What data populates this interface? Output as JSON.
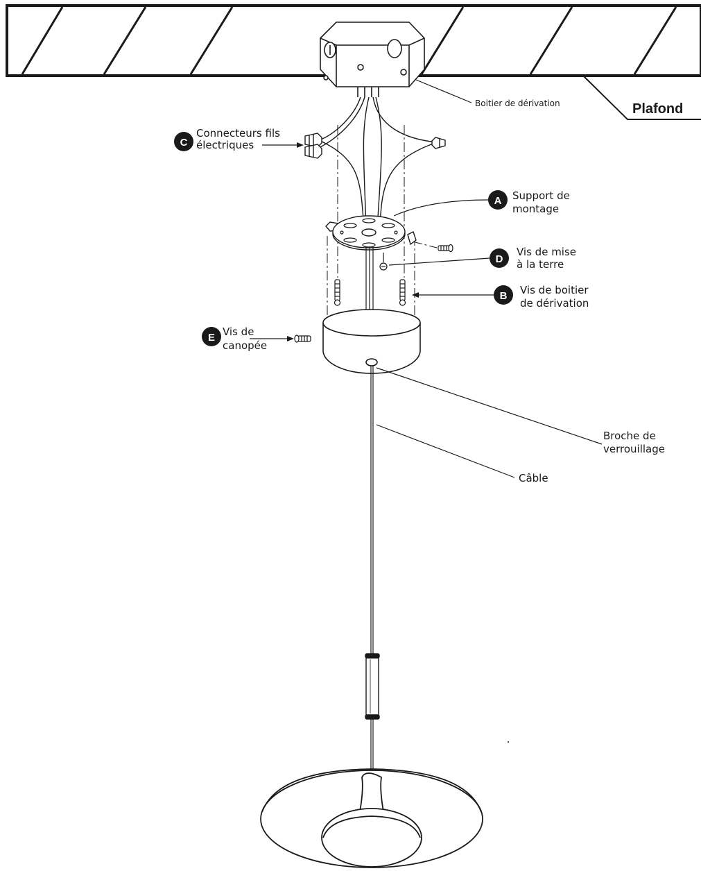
{
  "labels": {
    "ceiling": "Plafond",
    "junction_box": "Boitier de dérivation",
    "wire_connectors": [
      "Connecteurs fils",
      "électriques"
    ],
    "mounting_bracket": [
      "Support de",
      "montage"
    ],
    "ground_screw": [
      "Vis de mise",
      "à la terre"
    ],
    "junction_box_screws": [
      "Vis de boitier",
      "de dérivation"
    ],
    "canopy_screw": [
      "Vis de",
      "canopée"
    ],
    "locking_pin": [
      "Broche de",
      "verrouillage"
    ],
    "cable": "Câble"
  },
  "badges": {
    "a": "A",
    "b": "B",
    "c": "C",
    "d": "D",
    "e": "E"
  },
  "colors": {
    "line": "#1a1a1a",
    "badge_fill": "#1a1a1a",
    "badge_text": "#ffffff",
    "background": "#ffffff"
  }
}
